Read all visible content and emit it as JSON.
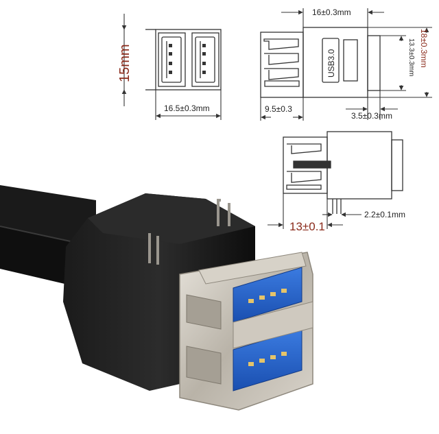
{
  "dimensions": {
    "front_height": "15mm",
    "front_width": "16.5±0.3mm",
    "top_width": "16±0.3mm",
    "inner_height": "13.3±0.3mm",
    "total_height": "18±0.3mm",
    "left_offset": "9.5±0.3",
    "right_offset": "3.5±0.3mm",
    "side_depth": "13±0.1",
    "pin_spacing": "2.2±0.1mm"
  },
  "port_label": "USB3.0",
  "colors": {
    "drawing_line": "#333333",
    "dimension_red": "#8a2a1a",
    "usb3_blue": "#1d5fc7",
    "body_black": "#111111",
    "metal_shell": "#c9c4bb"
  },
  "icons": {
    "connector": "usb3-dual-stacked-right-angle-connector"
  }
}
